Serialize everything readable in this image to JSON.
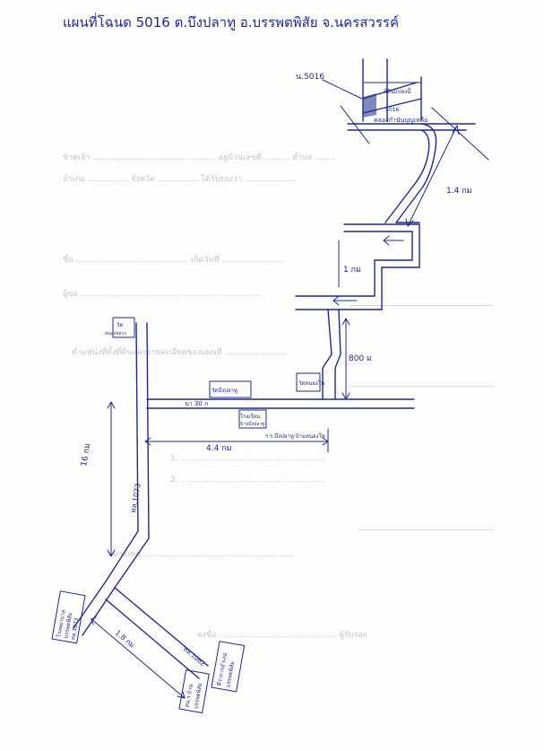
{
  "title": "แผนที่โฉนด 5016  ต.บึงปลาทู  อ.บรรพตพิสัย  จ.นครสวรรค์",
  "parcel_label": "น.5016",
  "parcel_note": "ที่ดินแปลงนี้",
  "parcel_sub": "5016",
  "canal_label": "คลองกำนันบุญเหลือ",
  "distances": {
    "east_road": "1.4 กม",
    "middle": "1 กม",
    "branch": "800 ม",
    "main_road": "4.4 กม",
    "west_road": "16 กม",
    "southwest": "1.8 กม"
  },
  "roads": {
    "north_road": "นา 30 ก",
    "highway_1073": "ทล.1073",
    "highway_1073_b": "ทล.1073",
    "highway_1062": "ทล.1062"
  },
  "landmarks": {
    "temple_nw": "วัด",
    "temple_nw_sub": "หนองหลวง",
    "temple_bueng": "วัดบึงปลาทู",
    "temple_right": "วัดหนองโพ",
    "school": "โรงเรียน",
    "school_sub": "บ้านบึงปลาทู",
    "school_road": "ร.ร.บึงปลาทู บ้านหนองโพ",
    "sw_left_1": "โรงพยาบาล",
    "sw_left_2": "บรรพตพิสัย",
    "sw_left_3": "ทล.1073",
    "sw_right_1": "ที่ว่าการอำเภอ",
    "sw_right_2": "บรรพตพิสัย",
    "sw_bottom_1": "สน.ฯ บ้าน",
    "sw_bottom_2": "บรรพตพิสัย"
  },
  "bleed_through": [
    "ข้าพเจ้า ................................................ อยู่บ้านเลขที่ .......... ตำบล ........",
    "อำเภอ ................ จังหวัด ................ ได้รับรองว่า ....................",
    "ชื่อ ............................................ เกิดวันที่ ........................",
    "ผู้ขอ ......................................................................",
    "ตำแหน่งที่ตั้งที่ดินและรายละเอียดของแผนที่ ........................",
    "1. ........................................................",
    "2. ........................................................",
    "ลงชื่อ .............................................. ผู้รับรอง",
    "หมายเหตุ ..........................................................."
  ]
}
